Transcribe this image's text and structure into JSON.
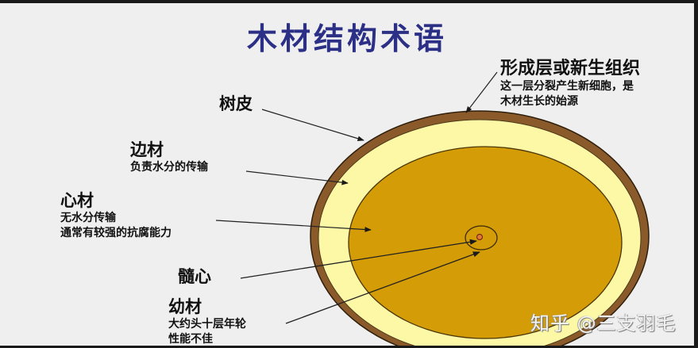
{
  "title": "木材结构术语",
  "labels": {
    "cambium": {
      "head": "形成层或新生组织",
      "sub_line1": "这一层分裂产生新细胞，是",
      "sub_line2": "木材生长的始源"
    },
    "bark": {
      "head": "树皮"
    },
    "sapwood": {
      "head": "边材",
      "sub_line1": "负责水分的传输"
    },
    "heartwood": {
      "head": "心材",
      "sub_line1": "无水分传输",
      "sub_line2": "通常有较强的抗腐能力"
    },
    "pith": {
      "head": "髓心"
    },
    "juvenile_wood": {
      "head": "幼材",
      "sub_line1": "大约头十层年轮",
      "sub_line2": "性能不佳"
    }
  },
  "watermark": "知乎 @三支羽毛",
  "colors": {
    "background": "#efefef",
    "title": "#2b2f86",
    "bark": "#8b5a2b",
    "sapwood": "#fdf8a6",
    "heartwood": "#d49c07",
    "pith": "#c0601e",
    "outline": "#3a2a10"
  }
}
